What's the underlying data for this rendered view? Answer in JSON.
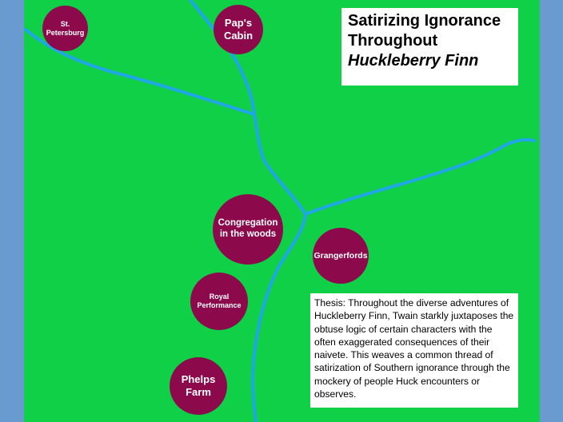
{
  "title": {
    "line1": "Satirizing Ignorance",
    "line2": "Throughout",
    "line3": "Huckleberry Finn"
  },
  "locations": {
    "st_petersburg": "St. Petersburg",
    "paps_cabin": "Pap's Cabin",
    "congregation": "Congregation in the woods",
    "grangerfords": "Grangerfords",
    "royal_performance": "Royal Performance",
    "phelps_farm": "Phelps Farm"
  },
  "thesis": "Thesis: Throughout the diverse adventures of Huckleberry Finn, Twain starkly juxtaposes the  obtuse logic of certain characters with the often exaggerated consequences of their naivete. This weaves a common thread of satirization of Southern ignorance through the mockery of people Huck encounters or observes.",
  "colors": {
    "background": "#6a9bd0",
    "land": "#0fd046",
    "river": "#1fa6e6",
    "marker": "#8c0a4c"
  }
}
